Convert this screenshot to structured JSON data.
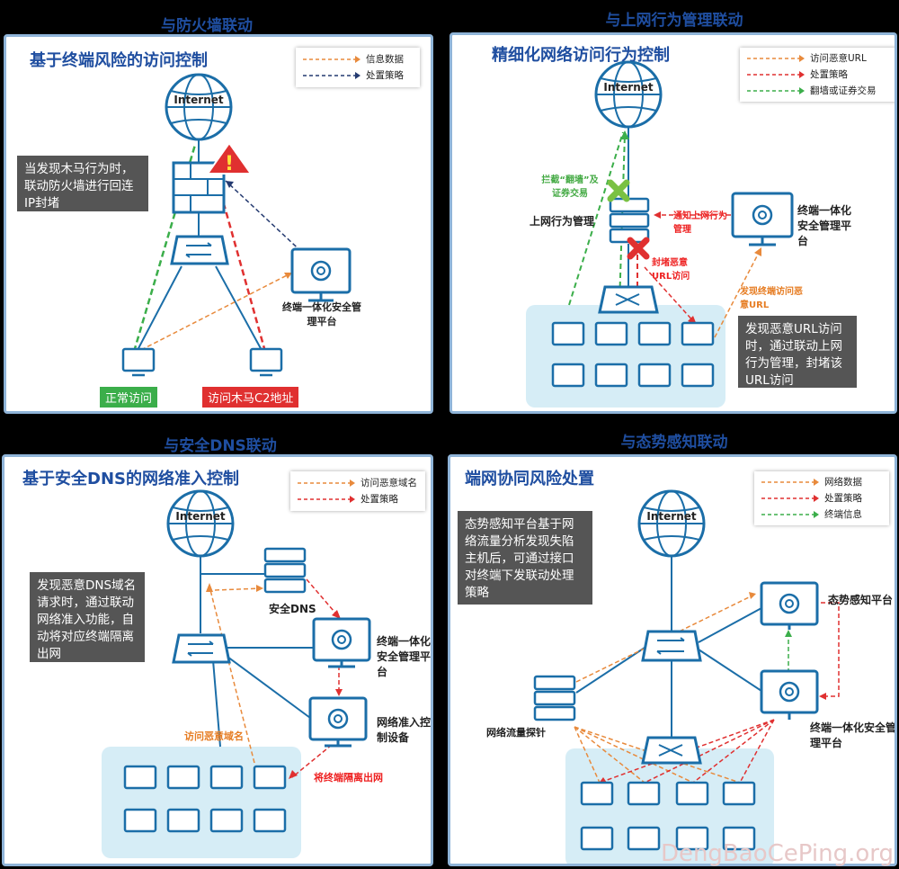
{
  "sections": {
    "s1": "与防火墙联动",
    "s2": "与上网行为管理联动",
    "s3": "与安全DNS联动",
    "s4": "与态势感知联动"
  },
  "p1": {
    "title": "基于终端风险的访问控制",
    "legend": [
      "信息数据",
      "处置策略"
    ],
    "internet": "Internet",
    "desc": "当发现木马行为时，联动防火墙进行回连IP封堵",
    "mgmt": "终端一体化安全管理平台",
    "normal": "正常访问",
    "trojan": "访问木马C2地址"
  },
  "p2": {
    "title": "精细化网络访问行为控制",
    "legend": [
      "访问恶意URL",
      "处置策略",
      "翻墙或证券交易"
    ],
    "internet": "Internet",
    "block_label": "拦截“翻墙”及证券交易",
    "device": "上网行为管理",
    "notify": "通知上网行为管理",
    "block_url": "封堵恶意URL访问",
    "mgmt": "终端一体化安全管理平台",
    "found": "发现终端访问恶意URL",
    "desc": "发现恶意URL访问时，通过联动上网行为管理，封堵该URL访问"
  },
  "p3": {
    "title": "基于安全DNS的网络准入控制",
    "legend": [
      "访问恶意域名",
      "处置策略"
    ],
    "internet": "Internet",
    "dns": "安全DNS",
    "mgmt": "终端一体化安全管理平台",
    "nac": "网络准入控制设备",
    "desc": "发现恶意DNS域名请求时，通过联动网络准入功能，自动将对应终端隔离出网",
    "domain_access": "访问恶意域名",
    "isolate": "将终端隔离出网"
  },
  "p4": {
    "title": "端网协同风险处置",
    "legend": [
      "网络数据",
      "处置策略",
      "终端信息"
    ],
    "internet": "Internet",
    "desc": "态势感知平台基于网络流量分析发现失陷主机后，可通过接口对终端下发联动处理策略",
    "situation": "态势感知平台",
    "probe": "网络流量探针",
    "mgmt": "终端一体化安全管理平台"
  },
  "watermark": "DengBaoCePing.org",
  "colors": {
    "panel_border": "#8fb4d8",
    "title": "#1f4ea0",
    "icon": "#1b6ea8",
    "orange": "#e88a3c",
    "red": "#e03030",
    "green": "#3bae4a",
    "dark": "#243a70"
  }
}
